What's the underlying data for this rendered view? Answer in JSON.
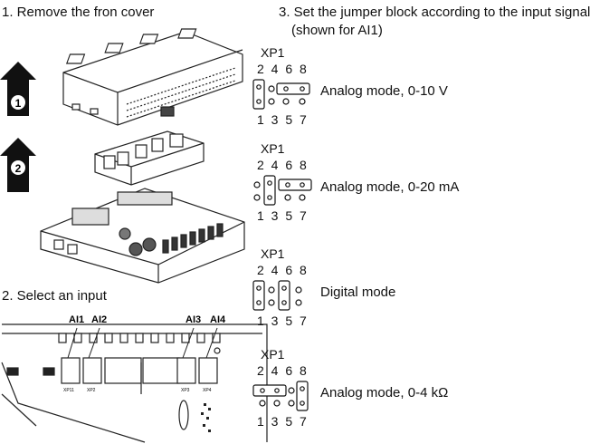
{
  "step1": {
    "text": "1. Remove the fron cover"
  },
  "step2": {
    "text": "2. Select an input"
  },
  "step3": {
    "line1": "3. Set the jumper block according to the input signal",
    "line2": "(shown for AI1)"
  },
  "markers": {
    "first": "1",
    "second": "2"
  },
  "inputs": {
    "ai1": "AI1",
    "ai2": "AI2",
    "ai3": "AI3",
    "ai4": "AI4",
    "xp11": "XP11",
    "xp2": "XP2",
    "xp3": "XP3",
    "xp4": "XP4"
  },
  "jumper_configs": [
    {
      "header": "XP1",
      "top_pins": "2  4  6  8",
      "bottom_pins": "1  3  5  7",
      "label": "Analog mode, 0-10 V"
    },
    {
      "header": "XP1",
      "top_pins": "2  4  6  8",
      "bottom_pins": "1  3  5  7",
      "label": "Analog mode, 0-20 mA"
    },
    {
      "header": "XP1",
      "top_pins": "2  4  6  8",
      "bottom_pins": "1  3  5  7",
      "label": "Digital mode"
    },
    {
      "header": "XP1",
      "top_pins": "2  4  6  8",
      "bottom_pins": "1  3  5  7",
      "label": "Analog mode, 0-4 kΩ"
    }
  ]
}
